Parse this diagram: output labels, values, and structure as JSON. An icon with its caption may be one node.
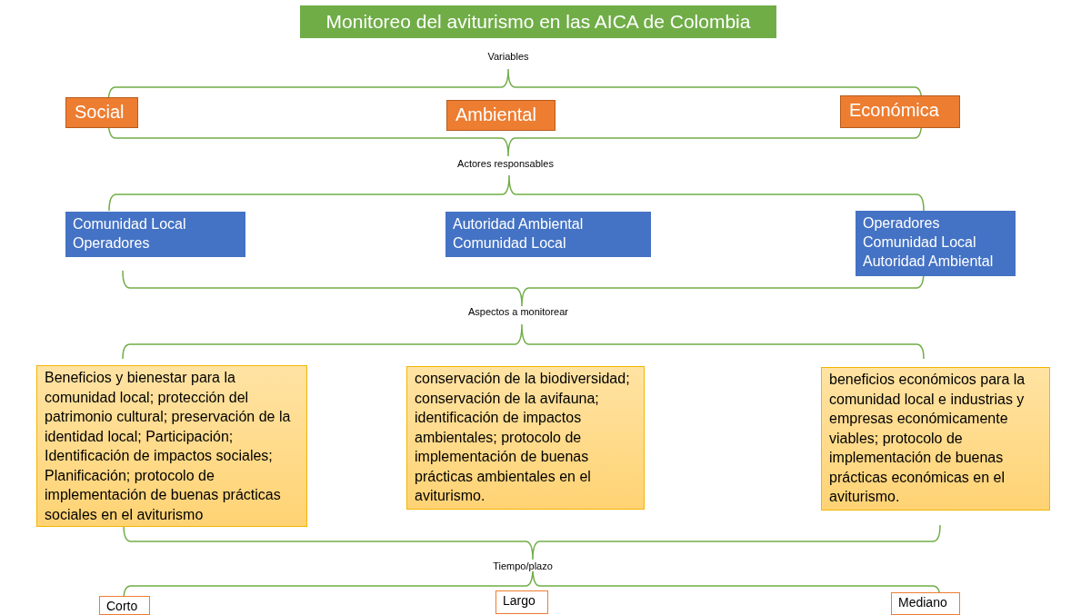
{
  "diagram": {
    "title": "Monitoreo del aviturismo en las AICA de Colombia",
    "nodes": [
      {
        "text": [
          "Social"
        ]
      },
      {
        "text": [
          "Ambiental"
        ]
      },
      {
        "text": [
          "Económica"
        ]
      },
      {
        "text": [
          "Comunidad Local Operadores"
        ]
      },
      {
        "text": [
          "Autoridad Ambiental Comunidad Local"
        ]
      },
      {
        "text": [
          "Operadores Comunidad Local Autoridad Ambiental"
        ]
      },
      {
        "text": [
          "Beneficios y bienestar para la comunidad local; protección del patrimonio cultural; preservación de la identidad local; Participación; Identificación de impactos sociales; Planificación; protocolo de implementación de buenas prácticas sociales en el aviturismo"
        ]
      },
      {
        "text": [
          "conservación de la biodiversidad; conservación de la avifauna; identificación de impactos ambientales; protocolo de implementación de buenas prácticas ambientales en el aviturismo."
        ]
      },
      {
        "text": [
          "beneficios económicos para la comunidad local e industrias y empresas económicamente viables; protocolo de implementación de buenas prácticas económicas en el aviturismo."
        ]
      },
      {
        "text": [
          "Corto"
        ]
      },
      {
        "text": [
          "Largo"
        ]
      },
      {
        "text": [
          "Mediano"
        ]
      }
    ],
    "labels": [
      "Variables",
      "Actores responsables",
      "Aspectos a monitorear",
      "Tiempo/plazo"
    ]
  }
}
